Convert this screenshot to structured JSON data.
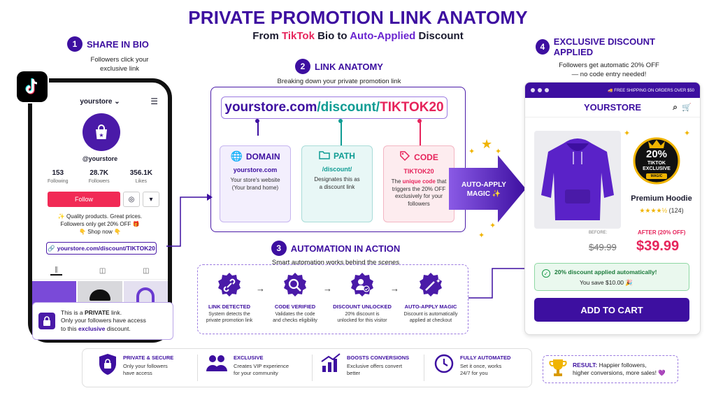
{
  "header": {
    "title": "PRIVATE PROMOTION LINK ANATOMY",
    "subtitle_prefix": "From ",
    "subtitle_tiktok": "TikTok",
    "subtitle_mid": " Bio to ",
    "subtitle_auto": "Auto-Applied",
    "subtitle_suffix": " Discount"
  },
  "step1": {
    "num": "1",
    "title": "SHARE IN BIO",
    "sub1": "Followers click your",
    "sub2": "exclusive link"
  },
  "step2": {
    "num": "2",
    "title": "LINK ANATOMY",
    "sub": "Breaking down your private promotion link"
  },
  "step3": {
    "num": "3",
    "title": "AUTOMATION IN ACTION",
    "sub": "Smart automation works behind the scenes"
  },
  "step4": {
    "num": "4",
    "title": "EXCLUSIVE DISCOUNT APPLIED",
    "sub1": "Followers get automatic 20% OFF",
    "sub2": "— no code entry needed!"
  },
  "phone": {
    "username": "yourstore",
    "handle": "@yourstore",
    "stats": [
      {
        "value": "153",
        "label": "Following"
      },
      {
        "value": "28.7K",
        "label": "Followers"
      },
      {
        "value": "356.1K",
        "label": "Likes"
      }
    ],
    "follow_label": "Follow",
    "bio1": "✨ Quality products. Great prices.",
    "bio2": "Followers only get 20% OFF 🎁",
    "bio3": "👇 Shop now 👇",
    "link": "yourstore.com/discount/TIKTOK20"
  },
  "private_note": {
    "l1": "This is a ",
    "l1b": "PRIVATE",
    "l1c": " link.",
    "l2": "Only your followers have access",
    "l3": "to this ",
    "l3b": "exclusive",
    "l3c": " discount."
  },
  "url": {
    "domain": "yourstore.com",
    "path": "/discount/",
    "code": "TIKTOK20"
  },
  "anatomy": [
    {
      "title": "DOMAIN",
      "value": "yourstore.com",
      "desc1": "Your store's website",
      "desc2": "(Your brand home)",
      "color": "#3d0fa0"
    },
    {
      "title": "PATH",
      "value": "/discount/",
      "desc1": "Designates this as",
      "desc2": "a discount link",
      "color": "#0e9c93"
    },
    {
      "title": "CODE",
      "value": "TIKTOK20",
      "desc_pre": "The ",
      "desc_hl": "unique code",
      "desc_post": " that triggers the 20% OFF exclusively for your followers",
      "color": "#e6245b"
    }
  ],
  "magic": {
    "line1": "AUTO-APPLY",
    "line2": "MAGIC ✨"
  },
  "automation": [
    {
      "title": "LINK DETECTED",
      "d1": "System detects the",
      "d2": "private promotion link",
      "icon": "link-icon"
    },
    {
      "title": "CODE VERIFIED",
      "d1": "Validates the code",
      "d2": "and checks eligibility",
      "icon": "magnifier-icon"
    },
    {
      "title": "DISCOUNT UNLOCKED",
      "d1": "20% discount is",
      "d2": "unlocked for this visitor",
      "icon": "user-check-icon"
    },
    {
      "title": "AUTO-APPLY MAGIC",
      "d1": "Discount is automatically",
      "d2": "applied at checkout",
      "icon": "magic-wand-icon"
    }
  ],
  "store": {
    "shipping": "🚚 FREE SHIPPING ON ORDERS OVER $50",
    "name": "YOURSTORE",
    "badge_pct": "20%",
    "badge_l1": "TIKTOK",
    "badge_l2": "EXCLUSIVE",
    "badge_l3": "MAGIC",
    "product": "Premium Hoodie",
    "stars": "★★★★½",
    "reviews": "(124)",
    "before_label": "BEFORE:",
    "old_price": "$49.99",
    "after_label": "AFTER (20% OFF)",
    "new_price": "$39.99",
    "applied_l1": "20% discount applied automatically!",
    "applied_l2": "You save $10.00 🎉",
    "cart": "ADD TO CART"
  },
  "features": [
    {
      "title": "PRIVATE & SECURE",
      "d1": "Only your followers",
      "d2": "have access",
      "icon": "lock-shield-icon"
    },
    {
      "title": "EXCLUSIVE",
      "d1": "Creates VIP experience",
      "d2": "for your community",
      "icon": "group-icon"
    },
    {
      "title": "BOOSTS CONVERSIONS",
      "d1": "Exclusive offers convert",
      "d2": "better",
      "icon": "growth-chart-icon"
    },
    {
      "title": "FULLY AUTOMATED",
      "d1": "Set it once, works",
      "d2": "24/7 for you",
      "icon": "clock-icon"
    }
  ],
  "result": {
    "label": "RESULT:",
    "l1": " Happier followers,",
    "l2": "higher conversions, more sales! 💜"
  },
  "colors": {
    "brand": "#3d0fa0",
    "teal": "#0e9c93",
    "pink": "#e6245b",
    "gold": "#f0b400"
  }
}
